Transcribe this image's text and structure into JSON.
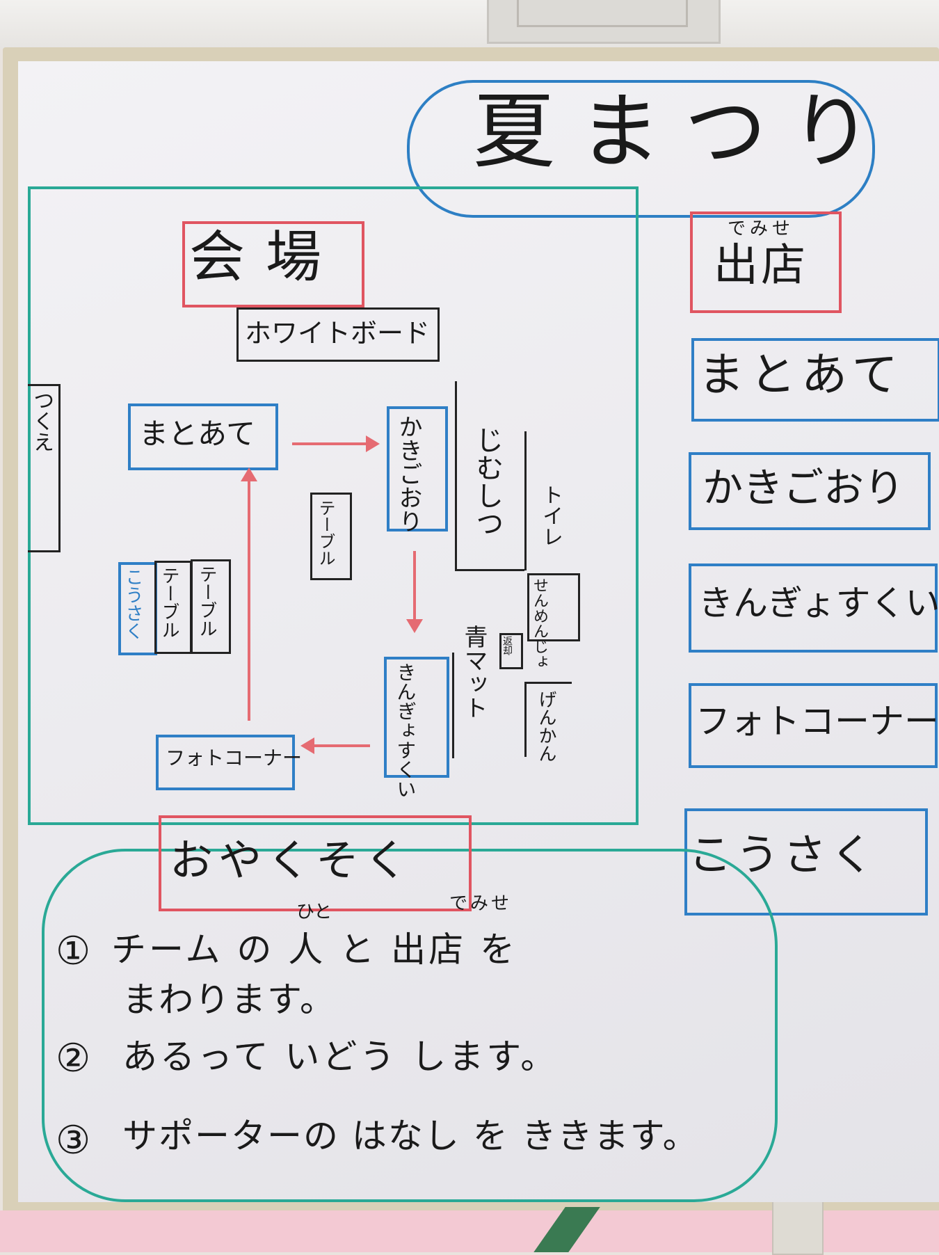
{
  "title": "夏まつり",
  "venue": {
    "heading": "会場",
    "whiteboard": "ホワイトボード",
    "desk": "つくえ",
    "matoate": "まとあて",
    "kakigoori": "かきごおり",
    "table_center": "テーブル",
    "jimushitsu": "じむしつ",
    "toilet": "トイレ",
    "kousaku": "こうさく",
    "table_left_1": "テーブル",
    "table_left_2": "テーブル",
    "senmenjo": "せんめんじょ",
    "blue_mat": "青マット",
    "small_label": "返却",
    "kingyo": "きんぎょすくい",
    "genkan": "げんかん",
    "photo": "フォトコーナー"
  },
  "shops": {
    "heading_ruby": "でみせ",
    "heading": "出店",
    "items": [
      "まとあて",
      "かきごおり",
      "きんぎょすくい",
      "フォトコーナー",
      "こうさく"
    ]
  },
  "rules": {
    "heading": "おやくそく",
    "ruby_hito": "ひと",
    "ruby_demise": "でみせ",
    "rule1_num": "①",
    "rule1_a": "チーム の 人 と 出店 を",
    "rule1_b": "まわります。",
    "rule2_num": "②",
    "rule2": "あるって いどう します。",
    "rule3_num": "③",
    "rule3": "サポーターの はなし を ききます。"
  },
  "colors": {
    "blue_marker": "#2f7fc6",
    "red_marker": "#e05561",
    "teal_marker": "#2aa996",
    "black_marker": "#1a1a1a"
  }
}
